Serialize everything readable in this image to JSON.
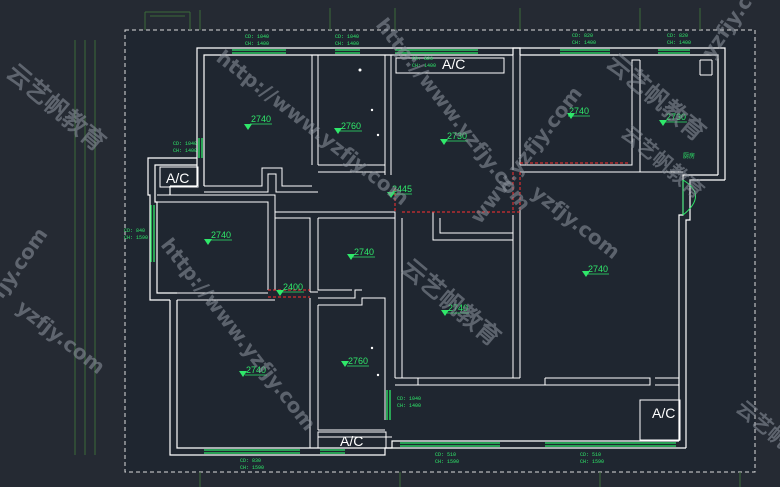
{
  "colors": {
    "background": "#252a33",
    "drawing_area": "#1f2630",
    "wall": "#ffffff",
    "window": "#2fe86a",
    "elevation_marker": "#2fe86a",
    "beam_line": "#ff3030",
    "outline_green": "#3a6b3a"
  },
  "ceiling_elevations": [
    {
      "id": "e1",
      "value": "2740"
    },
    {
      "id": "e2",
      "value": "2760"
    },
    {
      "id": "e3",
      "value": "2730"
    },
    {
      "id": "e4",
      "value": "2740"
    },
    {
      "id": "e5",
      "value": "2730"
    },
    {
      "id": "e6",
      "value": "2445"
    },
    {
      "id": "e7",
      "value": "2740"
    },
    {
      "id": "e8",
      "value": "2740"
    },
    {
      "id": "e9",
      "value": "2740"
    },
    {
      "id": "e10",
      "value": "2400"
    },
    {
      "id": "e11",
      "value": "2740"
    },
    {
      "id": "e12",
      "value": "2740"
    },
    {
      "id": "e13",
      "value": "2760"
    }
  ],
  "window_labels": [
    {
      "id": "w1",
      "cd": "CD: 1040",
      "ch": "CH: 1400"
    },
    {
      "id": "w2",
      "cd": "CD: 1040",
      "ch": "CH: 1400"
    },
    {
      "id": "w3",
      "cd": "CD: 820",
      "ch": "CH: 1400"
    },
    {
      "id": "w4",
      "cd": "CD: 820",
      "ch": "CH: 1400"
    },
    {
      "id": "w5",
      "cd": "CD: 820",
      "ch": "CH: 1400"
    },
    {
      "id": "w6",
      "cd": "CD: 1040",
      "ch": "CH: 1400"
    },
    {
      "id": "w7",
      "cd": "CD: 840",
      "ch": "CH: 1590"
    },
    {
      "id": "w8",
      "cd": "CD: 1040",
      "ch": "CH: 1400"
    },
    {
      "id": "w9",
      "cd": "CD: 830",
      "ch": "CH: 1590"
    },
    {
      "id": "w10",
      "cd": "CD: 510",
      "ch": "CH: 1590"
    },
    {
      "id": "w11",
      "cd": "CD: 510",
      "ch": "CH: 1590"
    }
  ],
  "ac_labels": [
    {
      "id": "ac1",
      "text": "A/C"
    },
    {
      "id": "ac2",
      "text": "A/C"
    },
    {
      "id": "ac3",
      "text": "A/C"
    },
    {
      "id": "ac4",
      "text": "A/C"
    }
  ],
  "watermarks": [
    {
      "id": "wm1",
      "text": "http://www.yzfjy.com"
    },
    {
      "id": "wm2",
      "text": "http://www.yzfjy.com"
    },
    {
      "id": "wm3",
      "text": "http://www.yzfjy.com"
    },
    {
      "id": "wm4",
      "text": "云艺帆教育"
    },
    {
      "id": "wm5",
      "text": "云艺帆教育"
    },
    {
      "id": "wm6",
      "text": "云艺帆教育"
    },
    {
      "id": "wm7",
      "text": "www.yzfjy.com"
    },
    {
      "id": "wm8",
      "text": "yzfjy.com"
    },
    {
      "id": "wm9",
      "text": "yzfjy.com"
    },
    {
      "id": "wm10",
      "text": "云艺帆教育"
    },
    {
      "id": "wm11",
      "text": "fjy.com"
    },
    {
      "id": "wm12",
      "text": "yzfjy.com"
    },
    {
      "id": "wm13",
      "text": "云艺帆教育"
    }
  ],
  "small_label": {
    "text": "厨房"
  }
}
